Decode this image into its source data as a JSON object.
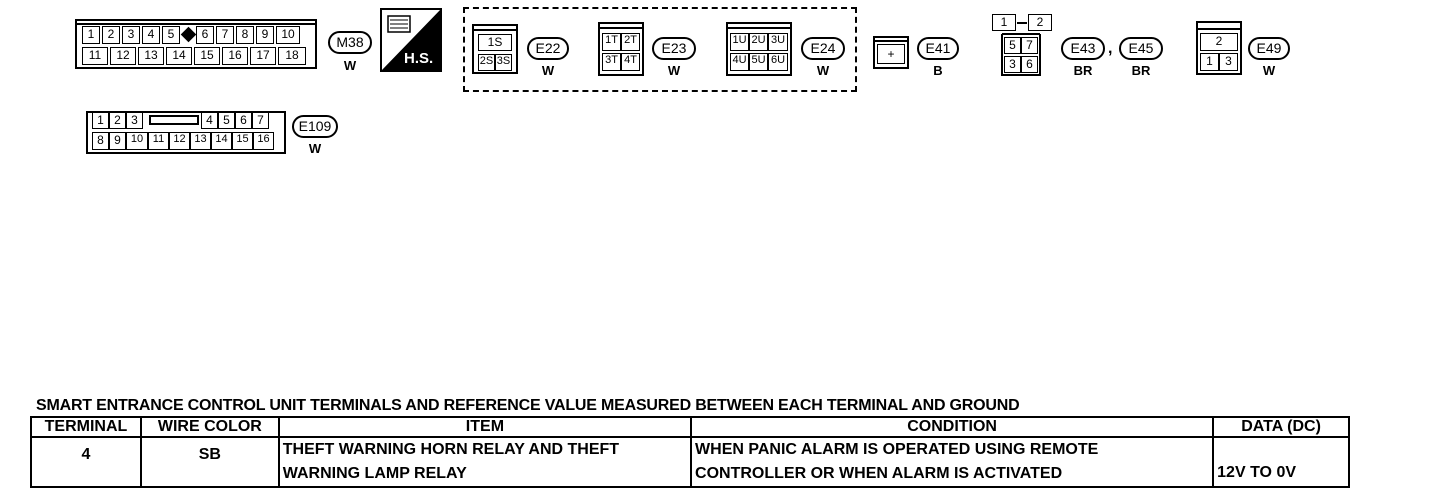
{
  "connectors": {
    "m38": {
      "row1": [
        "1",
        "2",
        "3",
        "4",
        "5",
        "6",
        "7",
        "8",
        "9",
        "10"
      ],
      "row2": [
        "11",
        "12",
        "13",
        "14",
        "15",
        "16",
        "17",
        "18"
      ],
      "label": "M38",
      "color": "W"
    },
    "hs": {
      "label": "H.S."
    },
    "e22": {
      "cells": [
        "1S",
        "2S",
        "3S"
      ],
      "label": "E22",
      "color": "W"
    },
    "e23": {
      "cells": [
        "1T",
        "2T",
        "3T",
        "4T"
      ],
      "label": "E23",
      "color": "W"
    },
    "e24": {
      "cells": [
        "1U",
        "2U",
        "3U",
        "4U",
        "5U",
        "6U"
      ],
      "label": "E24",
      "color": "W"
    },
    "e41": {
      "cells": [
        "+"
      ],
      "label": "E41",
      "color": "B"
    },
    "e43_45": {
      "cells": [
        "1",
        "2",
        "5",
        "7",
        "3",
        "6"
      ],
      "label1": "E43",
      "label2": "E45",
      "sep": ",",
      "color1": "BR",
      "color2": "BR"
    },
    "e49": {
      "cells": [
        "2",
        "1",
        "3"
      ],
      "label": "E49",
      "color": "W"
    },
    "e109": {
      "row1": [
        "1",
        "2",
        "3",
        "4",
        "5",
        "6",
        "7"
      ],
      "row2": [
        "8",
        "9",
        "10",
        "11",
        "12",
        "13",
        "14",
        "15",
        "16"
      ],
      "label": "E109",
      "color": "W"
    }
  },
  "table": {
    "title": "SMART ENTRANCE CONTROL UNIT TERMINALS AND REFERENCE VALUE MEASURED BETWEEN EACH TERMINAL AND GROUND",
    "headers": [
      "TERMINAL",
      "WIRE COLOR",
      "ITEM",
      "CONDITION",
      "DATA (DC)"
    ],
    "row": {
      "terminal": "4",
      "wire_color": "SB",
      "item_line1": "THEFT WARNING HORN RELAY AND THEFT",
      "item_line2": "WARNING LAMP RELAY",
      "condition_line1": "WHEN PANIC ALARM IS OPERATED USING REMOTE",
      "condition_line2": "CONTROLLER OR WHEN ALARM IS ACTIVATED",
      "data": "12V TO 0V"
    }
  }
}
